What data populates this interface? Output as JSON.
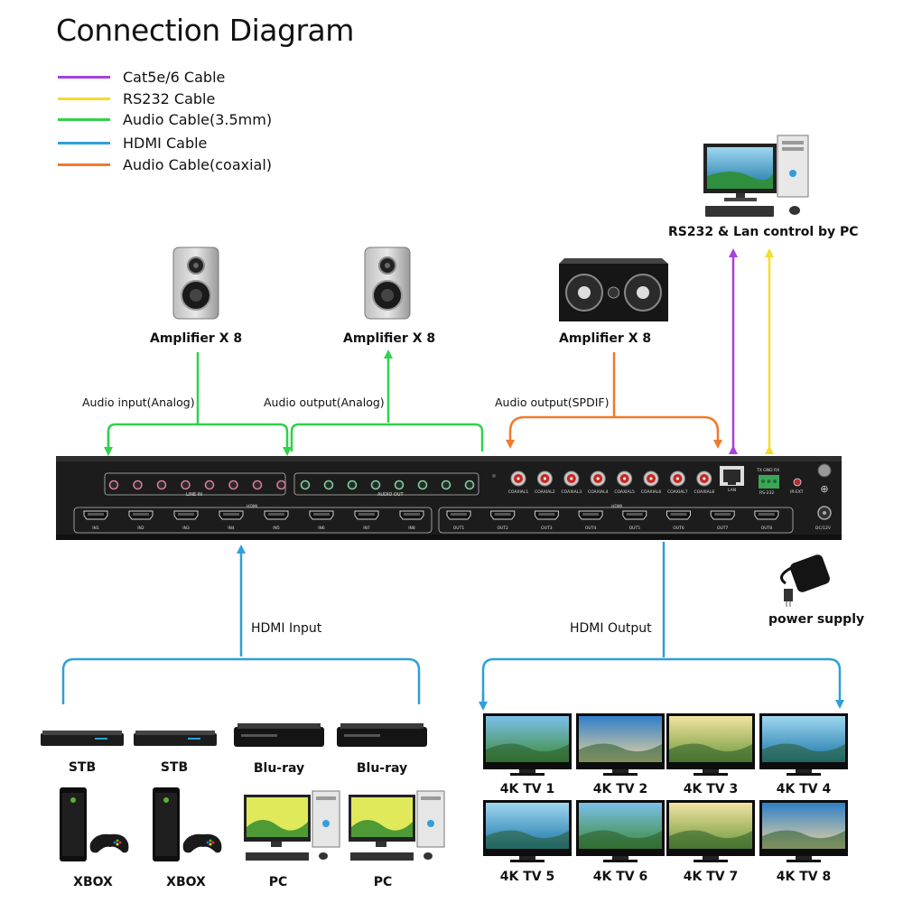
{
  "title": "Connection Diagram",
  "legend": [
    {
      "label": "Cat5e/6 Cable",
      "color": "#a93fe0"
    },
    {
      "label": "RS232 Cable",
      "color": "#f4dc2a"
    },
    {
      "label": "Audio Cable(3.5mm)",
      "color": "#2fd24a"
    },
    {
      "label": "HDMI Cable",
      "color": "#2f9fd8"
    },
    {
      "label": "Audio Cable(coaxial)",
      "color": "#f07a2c"
    }
  ],
  "pc_control": {
    "label": "RS232 & Lan control by PC"
  },
  "amplifiers": [
    {
      "label": "Amplifier X 8",
      "icon": "speaker-icon"
    },
    {
      "label": "Amplifier X 8",
      "icon": "speaker-icon"
    },
    {
      "label": "Amplifier X 8",
      "icon": "center-speaker-icon"
    }
  ],
  "connection_labels": {
    "audio_in": "Audio input(Analog)",
    "audio_out": "Audio output(Analog)",
    "spdif": "Audio output(SPDIF)",
    "hdmi_input": "HDMI Input",
    "hdmi_output": "HDMI Output"
  },
  "power": {
    "label": "power  supply"
  },
  "matrix": {
    "line_in": "LINE IN",
    "audio_out": "AUDIO OUT",
    "hdmi": "HDMI",
    "lan": "LAN",
    "rs232": "RS-232",
    "rs232_pins": "TX GND RX",
    "ir_ext": "IR-EXT",
    "dc": "DC/12V",
    "inputs": [
      "IN1",
      "IN2",
      "IN3",
      "IN4",
      "IN5",
      "IN6",
      "IN7",
      "IN8"
    ],
    "outputs": [
      "OUT1",
      "OUT2",
      "OUT3",
      "OUT4",
      "OUT5",
      "OUT6",
      "OUT7",
      "OUT8"
    ],
    "coaxial": [
      "COAXIAL1",
      "COAXIAL2",
      "COAXIAL3",
      "COAXIAL4",
      "COAXIAL5",
      "COAXIAL6",
      "COAXIAL7",
      "COAXIAL8"
    ]
  },
  "sources": {
    "top": [
      "STB",
      "STB",
      "Blu-ray",
      "Blu-ray"
    ],
    "bottom": [
      "XBOX",
      "XBOX",
      "PC",
      "PC"
    ]
  },
  "tvs": [
    "4K TV 1",
    "4K TV 2",
    "4K TV 3",
    "4K TV 4",
    "4K TV 5",
    "4K TV 6",
    "4K TV 7",
    "4K TV 8"
  ]
}
